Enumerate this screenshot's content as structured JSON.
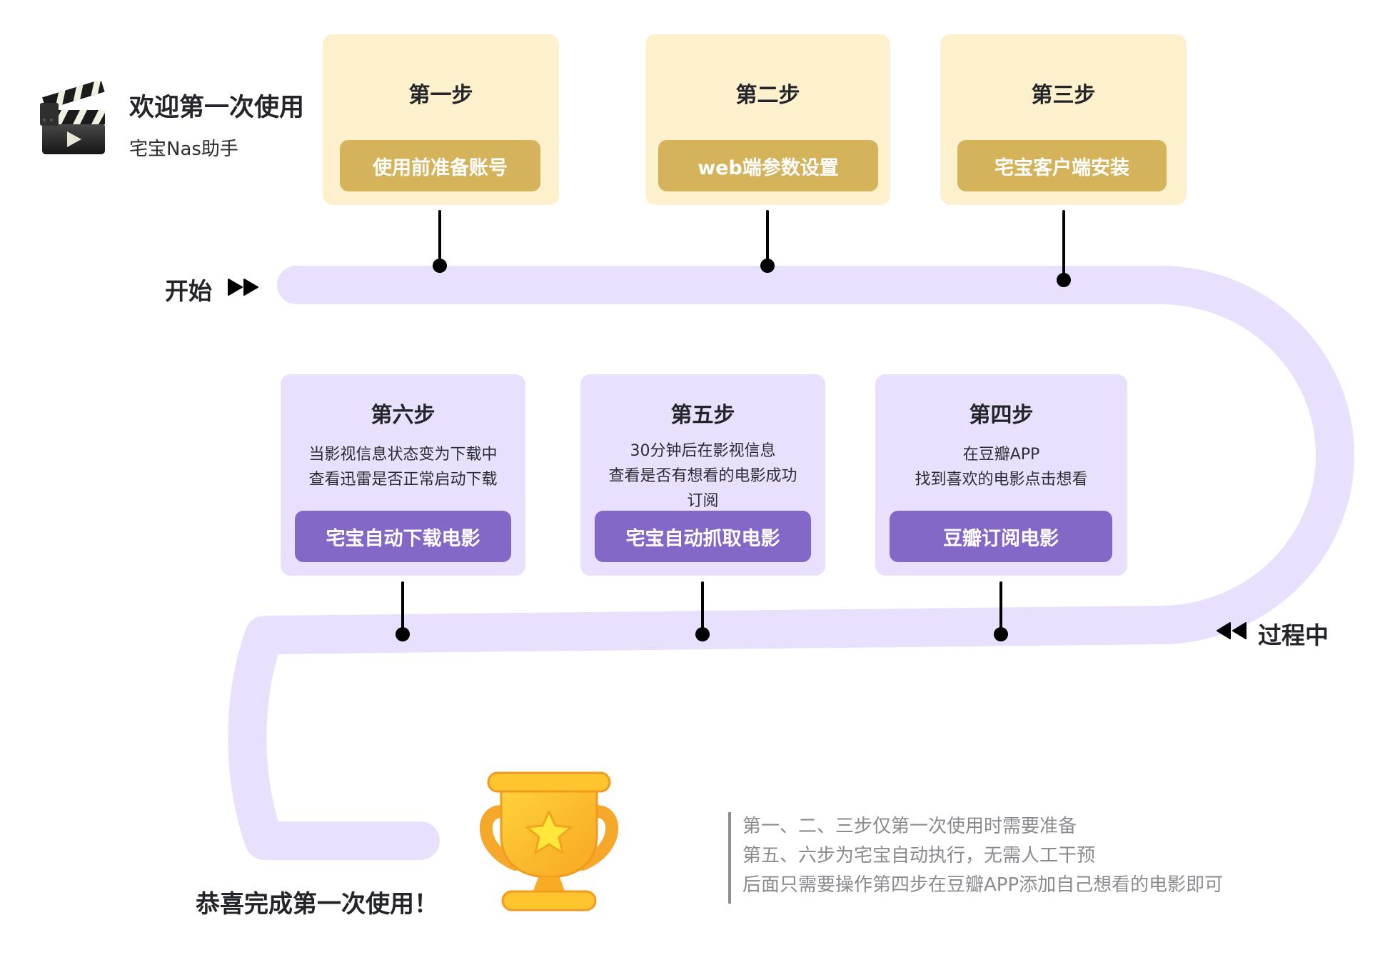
{
  "header": {
    "icon": "clapperboard-icon",
    "title": "欢迎第一次使用",
    "subtitle": "宅宝Nas助手"
  },
  "labels": {
    "start": "开始",
    "start_icon": "fast-forward-icon",
    "in_progress": "过程中",
    "in_progress_icon": "rewind-icon",
    "congrats": "恭喜完成第一次使用！"
  },
  "steps": [
    {
      "title": "第一步",
      "desc": [],
      "button": "使用前准备账号"
    },
    {
      "title": "第二步",
      "desc": [],
      "button": "web端参数设置"
    },
    {
      "title": "第三步",
      "desc": [],
      "button": "宅宝客户端安装"
    },
    {
      "title": "第四步",
      "desc": [
        "在豆瓣APP",
        "找到喜欢的电影点击想看"
      ],
      "button": "豆瓣订阅电影"
    },
    {
      "title": "第五步",
      "desc": [
        "30分钟后在影视信息",
        "查看是否有想看的电影成功",
        "订阅"
      ],
      "button": "宅宝自动抓取电影"
    },
    {
      "title": "第六步",
      "desc": [
        "当影视信息状态变为下载中",
        "查看迅雷是否正常启动下载"
      ],
      "button": "宅宝自动下载电影"
    }
  ],
  "notes": [
    "第一、二、三步仅第一次使用时需要准备",
    "第五、六步为宅宝自动执行，无需人工干预",
    "后面只需要操作第四步在豆瓣APP添加自己想看的电影即可"
  ],
  "trophy_icon": "trophy-icon",
  "colors": {
    "track": "#e8e0fd",
    "gold_card": "#fdf0cd",
    "gold_button": "#d4b35b",
    "purple_card": "#e8e0fd",
    "purple_button": "#8468c8",
    "note_text": "#8a8b91"
  }
}
